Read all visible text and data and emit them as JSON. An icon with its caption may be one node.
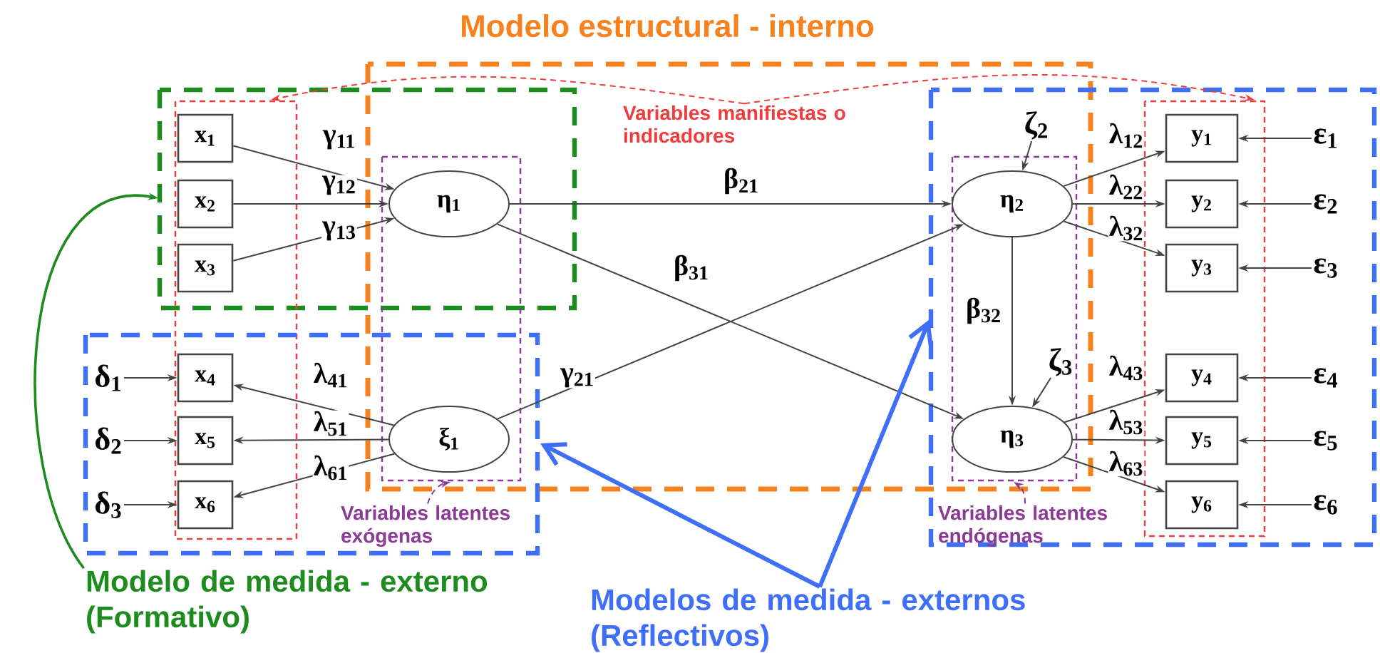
{
  "diagram": {
    "nodes": [
      {
        "text": [
          "Variables manifiestas o indicadores"
        ]
      },
      {
        "text": [
          "x$_{1}$"
        ]
      },
      {
        "text": [
          "x$_{2}$"
        ]
      },
      {
        "text": [
          "x$_{3}$"
        ]
      },
      {
        "text": [
          "δ$_{1}$"
        ]
      },
      {
        "text": [
          "x$_{4}$"
        ]
      },
      {
        "text": [
          "δ$_{2}$"
        ]
      },
      {
        "text": [
          "x$_{5}$"
        ]
      },
      {
        "text": [
          "δ$_{3}$"
        ]
      },
      {
        "text": [
          "x$_{6}$"
        ]
      },
      {
        "text": [
          "η$_{1}$"
        ]
      },
      {
        "text": [
          "ξ$_{1}$"
        ]
      },
      {
        "text": [
          "ζ$_{2}$"
        ]
      },
      {
        "text": [
          "η$_{2}$"
        ]
      },
      {
        "text": [
          "ζ$_{3}$"
        ]
      },
      {
        "text": [
          "η$_{3}$"
        ]
      },
      {
        "text": [
          "y$_{1}$"
        ]
      },
      {
        "text": [
          "ε$_{1}$"
        ]
      },
      {
        "text": [
          "y$_{2}$"
        ]
      },
      {
        "text": [
          "ε$_{2}$"
        ]
      },
      {
        "text": [
          "y$_{3}$"
        ]
      },
      {
        "text": [
          "ε$_{3}$"
        ]
      },
      {
        "text": [
          "y$_{4}$"
        ]
      },
      {
        "text": [
          "ε$_{4}$"
        ]
      },
      {
        "text": [
          "y$_{5}$"
        ]
      },
      {
        "text": [
          "ε$_{5}$"
        ]
      },
      {
        "text": [
          "y$_{6}$"
        ]
      },
      {
        "text": [
          "ε$_{6}$"
        ]
      },
      {
        "text": [
          "Variables latentes exógenas"
        ]
      },
      {
        "text": [
          "Variables latentes endógenas"
        ]
      },
      {
        "text": [
          "Modelo de medida - externo (Formativo)"
        ]
      },
      {
        "text": [
          "Modelos de medida - externos (Reflectivos)"
        ]
      }
    ],
    "edges": [
      {
        "from": 1,
        "to": 10,
        "arrow": "to",
        "label": "γ$_{11}$"
      },
      {
        "from": 2,
        "to": 10,
        "arrow": "to",
        "label": "γ$_{12}$"
      },
      {
        "from": 3,
        "to": 10,
        "arrow": "to",
        "label": "γ$_{13}$"
      },
      {
        "from": 11,
        "to": 5,
        "arrow": "to",
        "label": "λ$_{41}$"
      },
      {
        "from": 11,
        "to": 7,
        "arrow": "to",
        "label": "λ$_{51}$"
      },
      {
        "from": 11,
        "to": 9,
        "arrow": "to",
        "label": "λ$_{61}$"
      },
      {
        "from": 4,
        "to": 5,
        "arrow": "to"
      },
      {
        "from": 6,
        "to": 7,
        "arrow": "to"
      },
      {
        "from": 8,
        "to": 9,
        "arrow": "to"
      },
      {
        "from": 10,
        "to": 13,
        "arrow": "to",
        "label": "β$_{21}$"
      },
      {
        "from": 10,
        "to": 15,
        "arrow": "to",
        "label": "β$_{31}$"
      },
      {
        "from": 11,
        "to": 13,
        "arrow": "to",
        "label": "γ$_{21}$"
      },
      {
        "from": 13,
        "to": 15,
        "arrow": "to",
        "label": "β$_{32}$"
      },
      {
        "from": 12,
        "to": 13,
        "arrow": "to"
      },
      {
        "from": 14,
        "to": 15,
        "arrow": "to"
      },
      {
        "from": 13,
        "to": 16,
        "arrow": "to",
        "label": "λ$_{12}$"
      },
      {
        "from": 13,
        "to": 18,
        "arrow": "to",
        "label": "λ$_{22}$"
      },
      {
        "from": 13,
        "to": 20,
        "arrow": "to",
        "label": "λ$_{32}$"
      },
      {
        "from": 15,
        "to": 22,
        "arrow": "to",
        "label": "λ$_{43}$"
      },
      {
        "from": 15,
        "to": 24,
        "arrow": "to",
        "label": "λ$_{53}$"
      },
      {
        "from": 15,
        "to": 26,
        "arrow": "to",
        "label": "λ$_{63}$"
      },
      {
        "from": 17,
        "to": 16,
        "arrow": "to"
      },
      {
        "from": 19,
        "to": 18,
        "arrow": "to"
      },
      {
        "from": 21,
        "to": 20,
        "arrow": "to"
      },
      {
        "from": 23,
        "to": 22,
        "arrow": "to"
      },
      {
        "from": 25,
        "to": 24,
        "arrow": "to"
      },
      {
        "from": 27,
        "to": 26,
        "arrow": "to"
      },
      {
        "from": 0,
        "to": null,
        "arrow": "to",
        "style": "dashed",
        "color": "#f03c3c"
      },
      {
        "from": 0,
        "to": null,
        "arrow": "to",
        "style": "dashed",
        "color": "#f03c3c"
      },
      {
        "from": 30,
        "to": null,
        "arrow": "to",
        "color": "#1e8b1e"
      },
      {
        "from": 31,
        "to": null,
        "arrow": "to",
        "style": "thick",
        "color": "#3f6ef7"
      },
      {
        "from": 31,
        "to": null,
        "arrow": "to",
        "style": "thick",
        "color": "#3f6ef7"
      },
      {
        "from": 28,
        "to": null,
        "arrow": "to",
        "style": "dashed",
        "color": "#8b3a96"
      },
      {
        "from": 29,
        "to": null,
        "arrow": "to",
        "style": "dashed",
        "color": "#8b3a96"
      }
    ],
    "labels": [
      "Modelo estructural - interno"
    ]
  }
}
